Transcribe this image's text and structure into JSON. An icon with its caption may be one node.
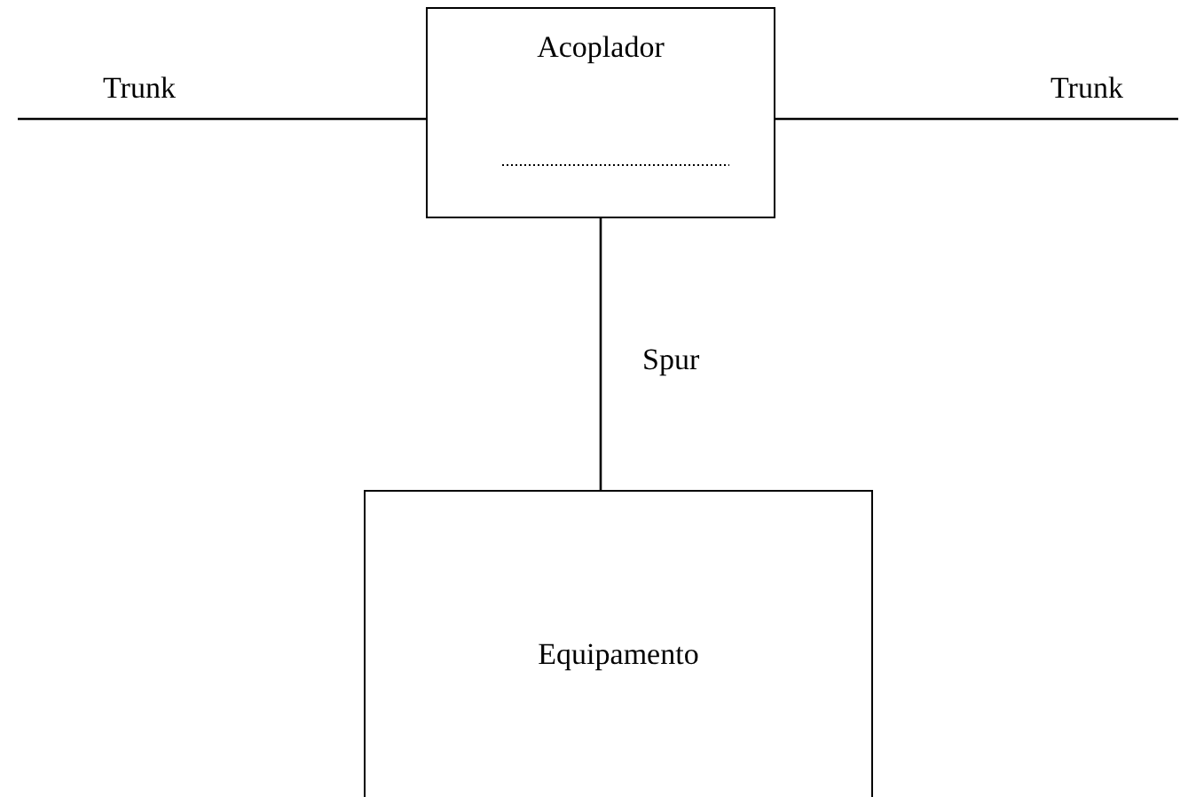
{
  "diagram": {
    "nodes": [
      {
        "text": [
          "Acoplador"
        ]
      },
      {
        "text": [
          "Equipamento"
        ]
      }
    ],
    "edges": [
      {
        "from": null,
        "to": 0,
        "arrow": "none",
        "label": "Trunk"
      },
      {
        "from": 0,
        "to": null,
        "arrow": "none",
        "label": "Trunk"
      },
      {
        "from": 0,
        "to": 1,
        "arrow": "none",
        "label": "Spur"
      }
    ]
  }
}
